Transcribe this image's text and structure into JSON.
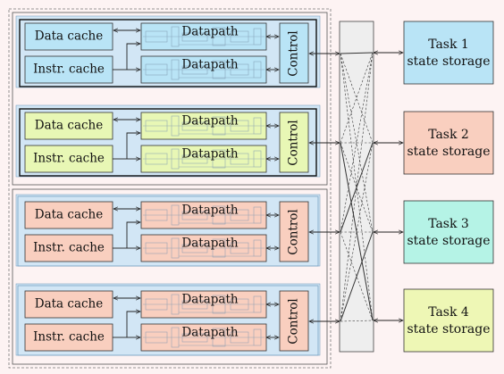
{
  "labels": {
    "data_cache": "Data cache",
    "instr_cache": "Instr. cache",
    "datapath": "Datapath",
    "control": "Control"
  },
  "cores": [
    {
      "id": 1,
      "color": "#b9e4f6"
    },
    {
      "id": 2,
      "color": "#e8f7b5"
    },
    {
      "id": 3,
      "color": "#f9cfbf"
    },
    {
      "id": 4,
      "color": "#f9cfbf"
    }
  ],
  "tasks": [
    {
      "title": "Task 1",
      "subtitle": "state storage",
      "color": "#b9e4f6"
    },
    {
      "title": "Task 2",
      "subtitle": "state storage",
      "color": "#f9cfbf"
    },
    {
      "title": "Task 3",
      "subtitle": "state storage",
      "color": "#b5f3e6"
    },
    {
      "title": "Task 4",
      "subtitle": "state storage",
      "color": "#eef7b5"
    }
  ],
  "colors": {
    "core_panel": "#d2e6f5",
    "crossbar": "#eeeeee",
    "outline": "#333333",
    "wire": "#222222"
  },
  "crossbar_links": [
    {
      "core": 1,
      "task": 1,
      "style": "solid"
    },
    {
      "core": 1,
      "task": 2,
      "style": "dashed"
    },
    {
      "core": 1,
      "task": 3,
      "style": "dashed"
    },
    {
      "core": 1,
      "task": 4,
      "style": "dashed"
    },
    {
      "core": 2,
      "task": 1,
      "style": "dashed"
    },
    {
      "core": 2,
      "task": 2,
      "style": "dashed"
    },
    {
      "core": 2,
      "task": 3,
      "style": "dashed"
    },
    {
      "core": 2,
      "task": 4,
      "style": "solid"
    },
    {
      "core": 3,
      "task": 1,
      "style": "dashed"
    },
    {
      "core": 3,
      "task": 2,
      "style": "solid"
    },
    {
      "core": 3,
      "task": 3,
      "style": "dashed"
    },
    {
      "core": 3,
      "task": 4,
      "style": "dashed"
    },
    {
      "core": 4,
      "task": 1,
      "style": "dashed"
    },
    {
      "core": 4,
      "task": 2,
      "style": "dashed"
    },
    {
      "core": 4,
      "task": 3,
      "style": "solid"
    },
    {
      "core": 4,
      "task": 4,
      "style": "dashed"
    }
  ]
}
